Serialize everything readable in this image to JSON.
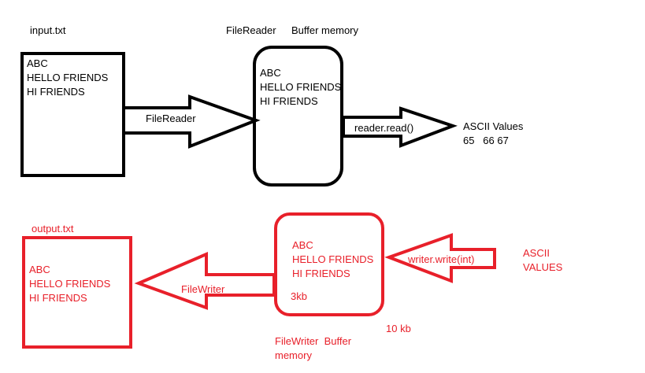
{
  "colors": {
    "ink": "#000000",
    "accent": "#e8202a"
  },
  "top": {
    "file_label": "input.txt",
    "reader_label": "FileReader",
    "buffer_label": "Buffer memory",
    "file_lines": [
      "ABC",
      "HELLO FRIENDS",
      "HI FRIENDS"
    ],
    "buffer_lines": [
      "ABC",
      "HELLO FRIENDS",
      "HI FRIENDS"
    ],
    "arrow1_label": "FileReader",
    "arrow2_label": "reader.read()",
    "ascii_title": "ASCII Values",
    "ascii_values": "65   66 67"
  },
  "bottom": {
    "file_label": "output.txt",
    "file_lines": [
      "ABC",
      "HELLO FRIENDS",
      "HI FRIENDS"
    ],
    "buffer_lines": [
      "ABC",
      "HELLO FRIENDS",
      "HI FRIENDS"
    ],
    "buffer_used": "3kb",
    "buffer_total": "10 kb",
    "buffer_caption_line1": "FileWriter  Buffer",
    "buffer_caption_line2": "memory",
    "arrow_writer_label": "FileWriter",
    "arrow_write_label": "writer.write(int)",
    "ascii_line1": "ASCII",
    "ascii_line2": "VALUES"
  }
}
